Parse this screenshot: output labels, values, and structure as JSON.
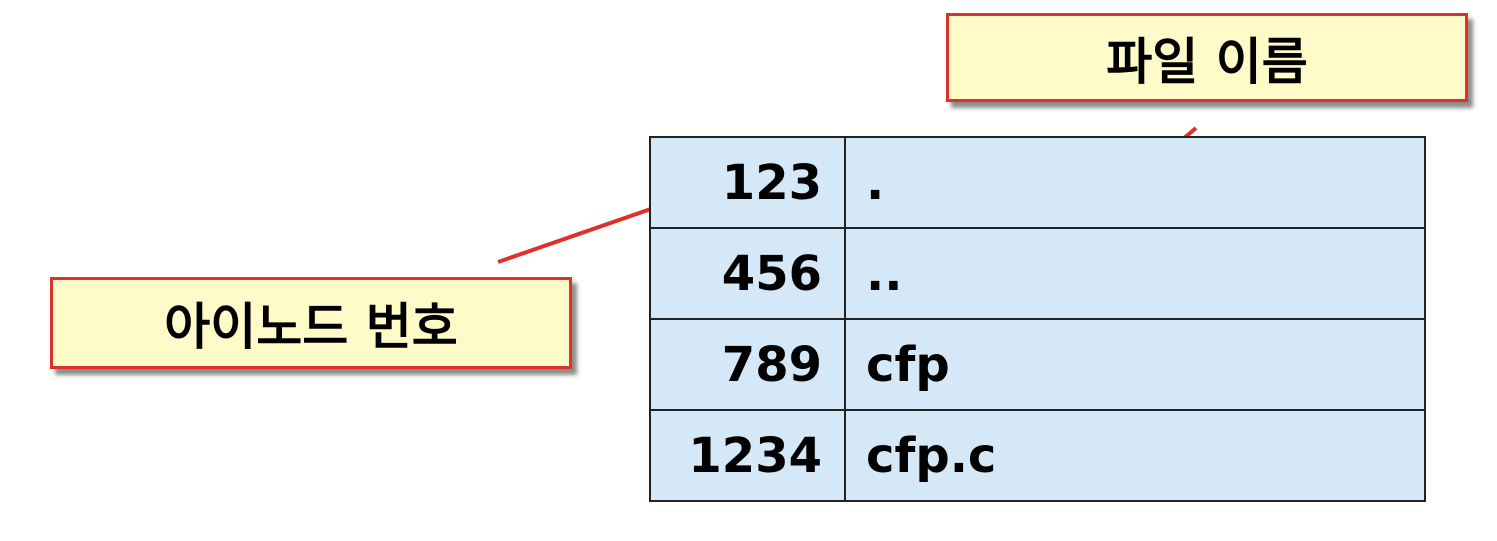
{
  "callouts": {
    "filename_label": "파일 이름",
    "inode_label": "아이노드 번호"
  },
  "directory_entries": [
    {
      "inode": "123",
      "name": "."
    },
    {
      "inode": "456",
      "name": ".."
    },
    {
      "inode": "789",
      "name": "cfp"
    },
    {
      "inode": "1234",
      "name": "cfp.c"
    }
  ],
  "colors": {
    "callout_fill": "#fffbc8",
    "callout_border": "#e0302a",
    "table_fill": "#d4e8f8",
    "connector": "#e0302a"
  }
}
